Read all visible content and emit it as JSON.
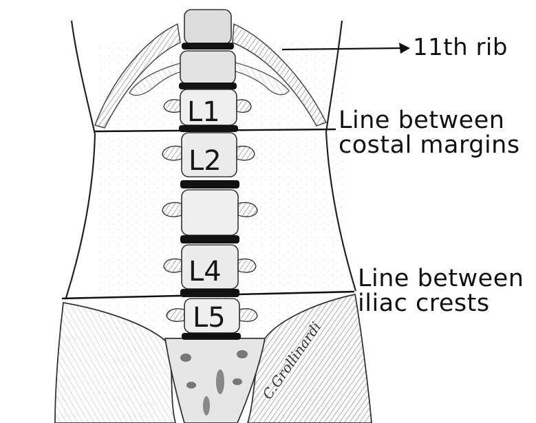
{
  "colors": {
    "ink": "#111111",
    "shade": "#9a9a9a",
    "bone": "#e8e8e8"
  },
  "vertebra_labels": [
    "L1",
    "L2",
    "L4",
    "L5"
  ],
  "annotations": {
    "rib": "11th rib",
    "costal": [
      "Line between",
      "costal margins"
    ],
    "iliac": [
      "Line between",
      "iliac crests"
    ]
  },
  "signature": "C.Grollinardi"
}
